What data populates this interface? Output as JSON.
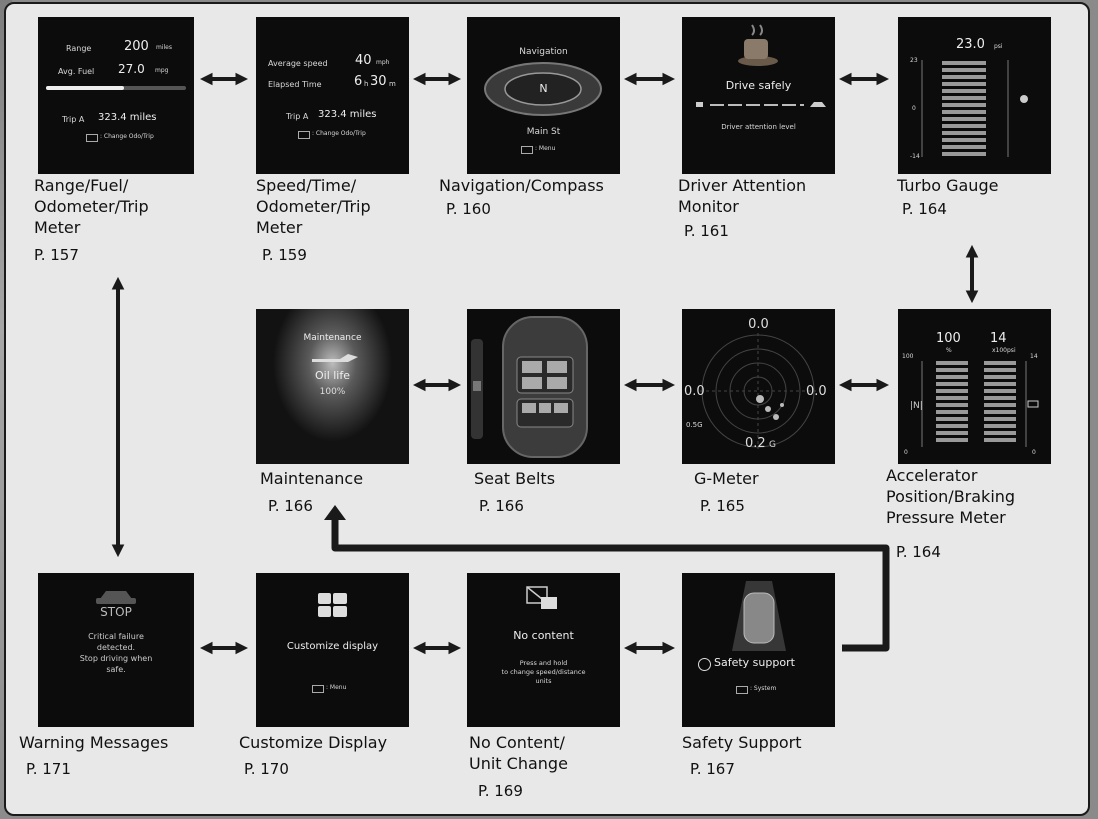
{
  "colors": {
    "screen_bg": "#0c0c0c",
    "frame_bg": "#e8e8e8",
    "line": "#1a1a1a"
  },
  "cards": {
    "range": {
      "caption": "Range/Fuel/\nOdometer/Trip\nMeter",
      "page": "P. 157",
      "l1": "Range",
      "v1": "200",
      "u1": "miles",
      "l2": "Avg. Fuel",
      "v2": "27.0",
      "u2": "mpg",
      "trip": "Trip A",
      "trip_val": "323.4 miles",
      "hint": ": Change Odo/Trip"
    },
    "speed": {
      "caption": "Speed/Time/\nOdometer/Trip\nMeter",
      "page": "P. 159",
      "l1": "Average speed",
      "v1": "40",
      "u1": "mph",
      "l2": "Elapsed Time",
      "v2a": "6",
      "u2a": "h",
      "v2b": "30",
      "u2b": "m",
      "trip": "Trip A",
      "trip_val": "323.4 miles",
      "hint": ": Change Odo/Trip"
    },
    "nav": {
      "caption": "Navigation/Compass",
      "page": "P. 160",
      "title": "Navigation",
      "heading": "N",
      "street": "Main St",
      "hint": ": Menu"
    },
    "driver": {
      "caption": "Driver Attention\nMonitor",
      "page": "P. 161",
      "msg": "Drive safely",
      "sub": "Driver attention level"
    },
    "turbo": {
      "caption": "Turbo Gauge",
      "page": "P. 164",
      "value": "23.0",
      "unit": "psi",
      "tick_top": "23",
      "tick_mid": "0",
      "tick_bot": "-14"
    },
    "maint": {
      "caption": "Maintenance",
      "page": "P. 166",
      "title": "Maintenance",
      "l1": "Oil life",
      "l2": "100%"
    },
    "seat": {
      "caption": "Seat Belts",
      "page": "P. 166"
    },
    "gmeter": {
      "caption": "G-Meter",
      "page": "P. 165",
      "top": "0.0",
      "left": "0.0",
      "right": "0.0",
      "ring": "0.5G",
      "bottom": "0.2",
      "bottom_unit": "G"
    },
    "accel": {
      "caption": "Accelerator\nPosition/Braking\nPressure Meter",
      "page": "P. 164",
      "v1": "100",
      "u1": "%",
      "v2": "14",
      "u2": "x100psi",
      "t1": "100",
      "t2": "14",
      "t3": "0",
      "t4": "0"
    },
    "warn": {
      "caption": "Warning Messages",
      "page": "P. 171",
      "title": "STOP",
      "msg": "Critical failure\ndetected.\nStop driving when\nsafe."
    },
    "custom": {
      "caption": "Customize Display",
      "page": "P. 170",
      "title": "Customize display",
      "hint": ": Menu"
    },
    "nocontent": {
      "caption": "No Content/\nUnit Change",
      "page": "P. 169",
      "title": "No content",
      "msg": "Press and hold\nto change speed/distance\nunits"
    },
    "safety": {
      "caption": "Safety Support",
      "page": "P. 167",
      "title": "Safety support",
      "hint": ": System"
    }
  }
}
